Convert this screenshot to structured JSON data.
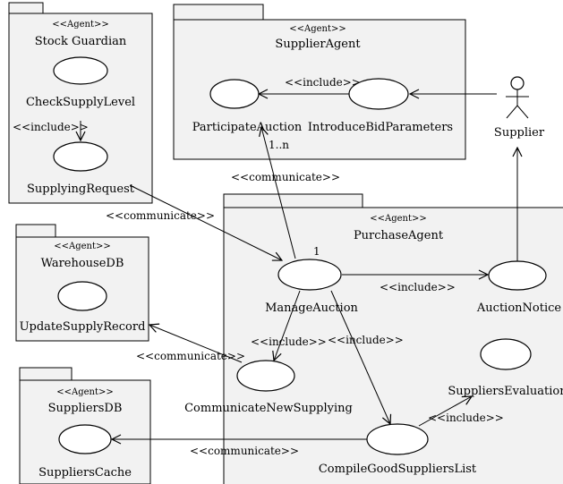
{
  "packages": {
    "stock_guardian": {
      "stereotype": "<<Agent>>",
      "name": "Stock Guardian"
    },
    "supplier_agent": {
      "stereotype": "<<Agent>>",
      "name": "SupplierAgent"
    },
    "warehouse_db": {
      "stereotype": "<<Agent>>",
      "name": "WarehouseDB"
    },
    "suppliers_db": {
      "stereotype": "<<Agent>>",
      "name": "SuppliersDB"
    },
    "purchase_agent": {
      "stereotype": "<<Agent>>",
      "name": "PurchaseAgent"
    }
  },
  "use_cases": {
    "check_supply_level": "CheckSupplyLevel",
    "supplying_request": "SupplyingRequest",
    "participate_auction": "ParticipateAuction",
    "introduce_bid_parameters": "IntroduceBidParameters",
    "update_supply_record": "UpdateSupplyRecord",
    "suppliers_cache": "SuppliersCache",
    "manage_auction": "ManageAuction",
    "auction_notice": "AuctionNotice",
    "suppliers_evaluation": "SuppliersEvaluation",
    "communicate_new_supplying": "CommunicateNewSupplying",
    "compile_good_suppliers_list": "CompileGoodSuppliersList"
  },
  "actor": {
    "name": "Supplier"
  },
  "relations": {
    "include_check_supply": "<<include>>",
    "include_participate": "<<include>>",
    "communicate_participate": "<<communicate>>",
    "communicate_supplying": "<<communicate>>",
    "include_auction_notice": "<<include>>",
    "communicate_update": "<<communicate>>",
    "include_communicate_new": "<<include>>",
    "include_compile": "<<include>>",
    "include_evaluation": "<<include>>",
    "communicate_cache": "<<communicate>>"
  },
  "multiplicities": {
    "participate_side": "1..n",
    "manage_side": "1"
  }
}
